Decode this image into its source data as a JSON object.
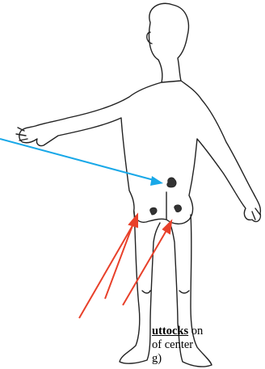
{
  "diagram": {
    "caption": {
      "line1_bold": "uttocks",
      "line1_rest": " on",
      "line2": "of center",
      "line3": "g)"
    },
    "colors": {
      "blue_arrow": "#18a8e8",
      "red_arrow": "#e8402a",
      "outline": "#222222"
    }
  }
}
